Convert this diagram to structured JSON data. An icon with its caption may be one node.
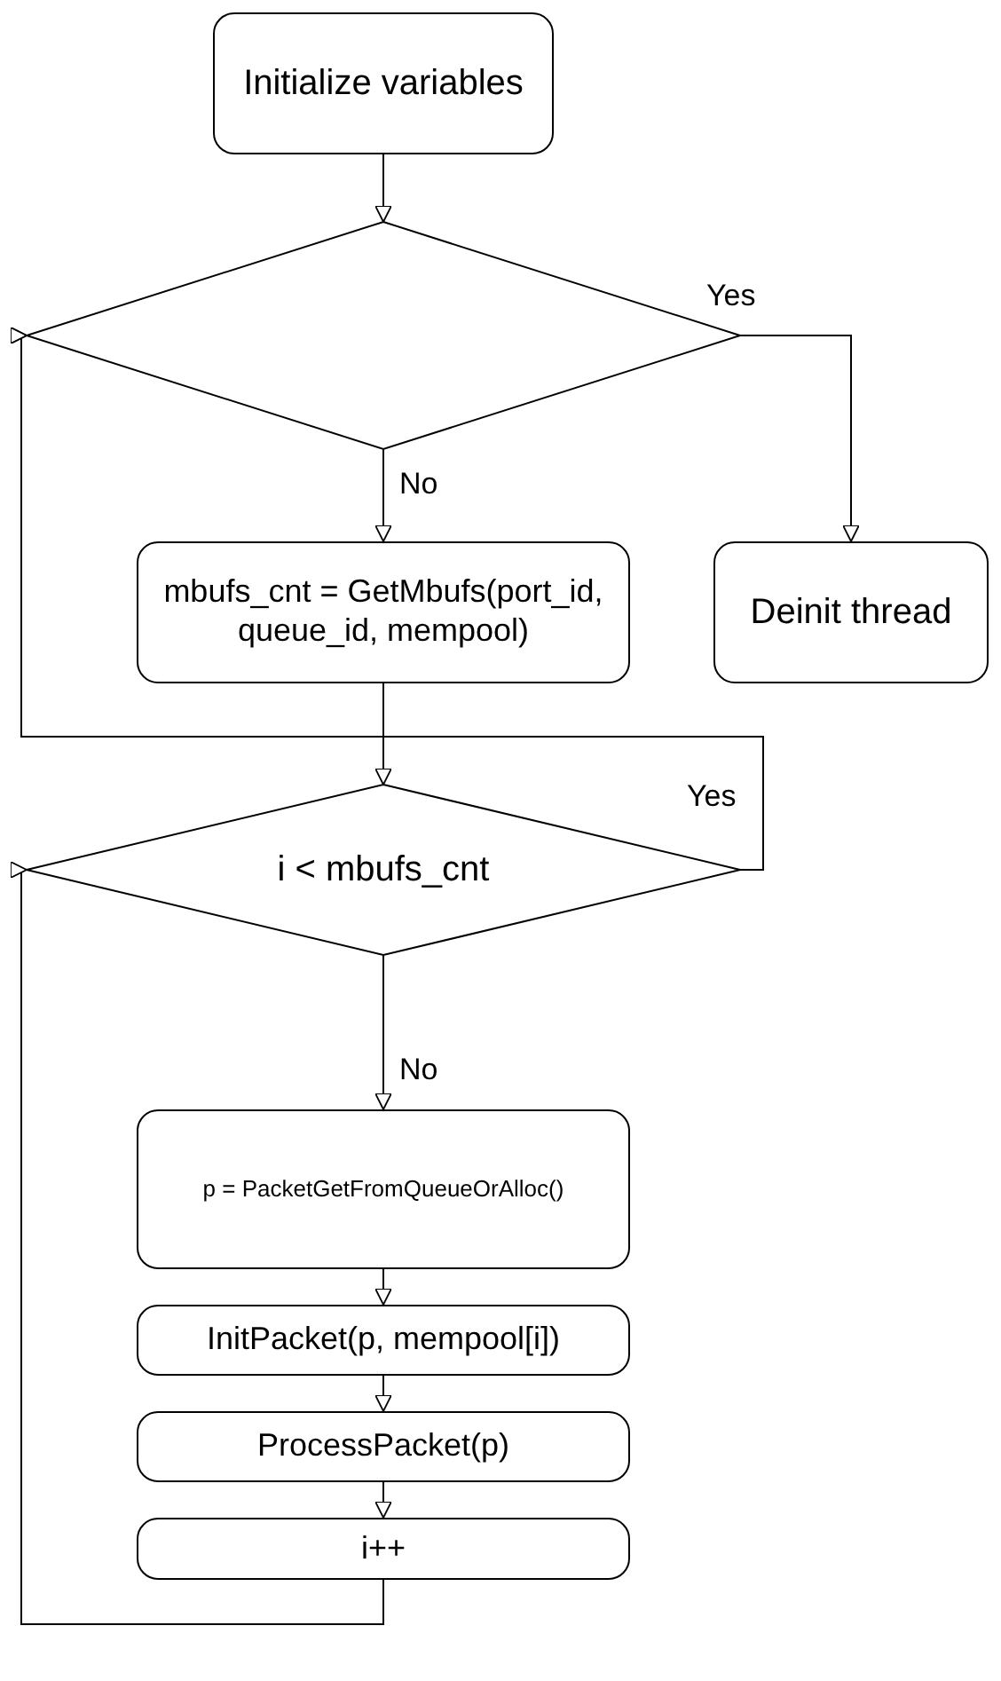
{
  "diagram": {
    "nodes": [
      {
        "text": [
          "Initialize variables"
        ]
      },
      {
        "text": [],
        "shape": "diamond"
      },
      {
        "text": [
          "mbufs_cnt = GetMbufs(port_id, queue_id, mempool)"
        ]
      },
      {
        "text": [
          "Deinit thread"
        ]
      },
      {
        "text": [
          "i < mbufs_cnt"
        ]
      },
      {
        "text": [
          "p = PacketGetFromQueueOrAlloc()"
        ]
      },
      {
        "text": [
          "InitPacket(p, mempool[i])"
        ]
      },
      {
        "text": [
          "ProcessPacket(p)"
        ]
      },
      {
        "text": [
          "i++"
        ]
      }
    ],
    "edges": [
      {
        "from": 0,
        "to": 1,
        "arrow": "to"
      },
      {
        "from": 1,
        "to": 3,
        "arrow": "to",
        "label": "Yes"
      },
      {
        "from": 1,
        "to": 2,
        "arrow": "to",
        "label": "No"
      },
      {
        "from": 2,
        "to": 4,
        "arrow": "to"
      },
      {
        "from": 2,
        "to": 1,
        "arrow": "to"
      },
      {
        "from": 4,
        "to": 1,
        "arrow": "to",
        "label": "Yes"
      },
      {
        "from": 4,
        "to": 5,
        "arrow": "to",
        "label": "No"
      },
      {
        "from": 5,
        "to": 6,
        "arrow": "to"
      },
      {
        "from": 6,
        "to": 7,
        "arrow": "to"
      },
      {
        "from": 7,
        "to": 8,
        "arrow": "to"
      },
      {
        "from": 8,
        "to": 4,
        "arrow": "to"
      }
    ]
  }
}
